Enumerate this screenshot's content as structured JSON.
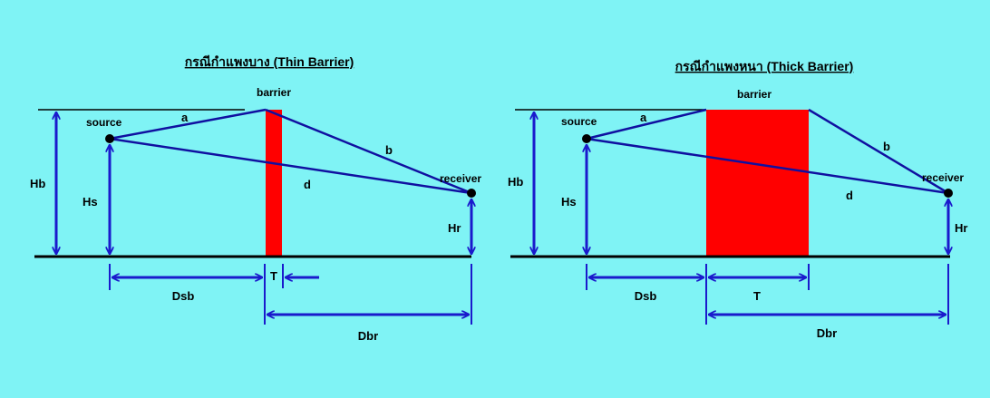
{
  "colors": {
    "background": "#7ff3f5",
    "barrier": "#ff0000",
    "line": "#1010a0",
    "dimension": "#1a1acc",
    "ground": "#000000"
  },
  "thin": {
    "title": "กรณีกำแพงบาง (Thin Barrier)",
    "barrier": "barrier",
    "source": "source",
    "receiver": "receiver",
    "a": "a",
    "b": "b",
    "d": "d",
    "Hb": "Hb",
    "Hs": "Hs",
    "Hr": "Hr",
    "Dsb": "Dsb",
    "T": "T",
    "Dbr": "Dbr"
  },
  "thick": {
    "title": "กรณีกำแพงหนา (Thick Barrier)",
    "barrier": "barrier",
    "source": "source",
    "receiver": "receiver",
    "a": "a",
    "b": "b",
    "d": "d",
    "Hb": "Hb",
    "Hs": "Hs",
    "Hr": "Hr",
    "Dsb": "Dsb",
    "T": "T",
    "Dbr": "Dbr"
  }
}
